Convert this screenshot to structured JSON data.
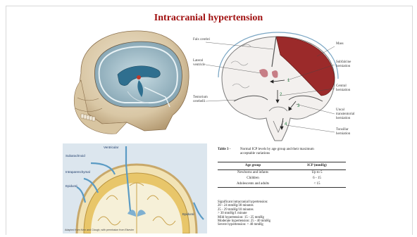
{
  "title": "Intracranial hypertension",
  "coronal": {
    "labels": {
      "falx": "Falx cerebri",
      "lateral": "Lateral\nventricle",
      "tentorium": "Tentorium\ncerebelli",
      "mass": "Mass",
      "subfalcine": "Subfalcine\nherniation",
      "central": "Central\nherniation",
      "uncal": "Uncal\ntranstentorial\nherniation",
      "tonsillar": "Tonsillar\nherniation"
    },
    "numbers": [
      "1",
      "2",
      "3",
      "4"
    ]
  },
  "inset": {
    "labels": {
      "ventricular": "Ventricular",
      "subarachnoid": "Subarachnoid",
      "intraparenchymal": "Intraparenchymal",
      "epidural_left": "Epidural",
      "epidural_right": "Epidural",
      "credit": "Adapted from Kern and Clough, with permission from Elsevier"
    }
  },
  "table": {
    "number": "Table 3 -",
    "caption": "Normal ICP levels by age group and their maximum\nacceptable variations",
    "headers": [
      "Age group",
      "ICP (mmHg)"
    ],
    "rows": [
      [
        "Newborns and infants",
        "Up to 5"
      ],
      [
        "Children",
        "6 - 15"
      ],
      [
        "Adolescents and adults",
        "< 15"
      ]
    ]
  },
  "notes": [
    "Significant intracranial hypertension:",
    "20 - 24 mmHg/30 minutes",
    "25 - 29 mmHg/10 minutes",
    "> 30 mmHg/1 minute",
    "Mild hypertension: 15 - 25 mmHg",
    "Moderate hypertension: 25 - 40 mmHg",
    "Severe hypertension: > 40 mmHg"
  ],
  "colors": {
    "title": "#a01010",
    "mass": "#9b2a2a",
    "inset_bg": "#dce6ee",
    "brain_cortex": "#e8c66a"
  }
}
